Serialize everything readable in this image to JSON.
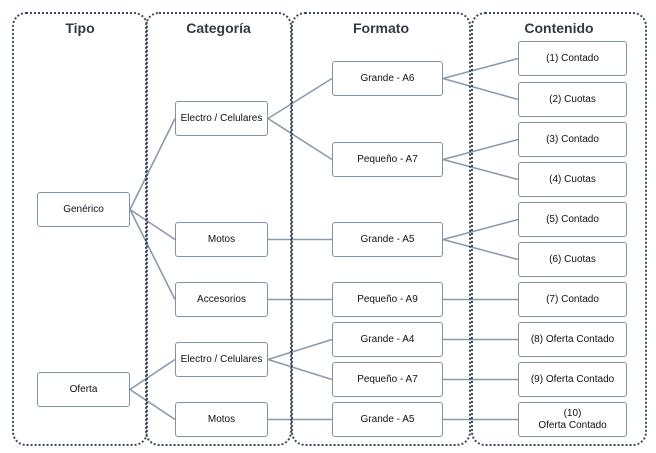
{
  "colors": {
    "lane_border": "#3c4a5c",
    "node_border": "#8193a6",
    "connector": "#8a9aab",
    "text": "#111111"
  },
  "lanes": [
    {
      "title": "Tipo"
    },
    {
      "title": "Categoría"
    },
    {
      "title": "Formato"
    },
    {
      "title": "Contenido"
    }
  ],
  "nodes": {
    "tipo": [
      {
        "id": "t1",
        "label": "Genérico"
      },
      {
        "id": "t2",
        "label": "Oferta"
      }
    ],
    "categoria": [
      {
        "id": "c1",
        "label": "Electro / Celulares"
      },
      {
        "id": "c2",
        "label": "Motos"
      },
      {
        "id": "c3",
        "label": "Accesorios"
      },
      {
        "id": "c4",
        "label": "Electro / Celulares"
      },
      {
        "id": "c5",
        "label": "Motos"
      }
    ],
    "formato": [
      {
        "id": "f1",
        "label": "Grande  -  A6"
      },
      {
        "id": "f2",
        "label": "Pequeño  -  A7"
      },
      {
        "id": "f3",
        "label": "Grande  -  A5"
      },
      {
        "id": "f4",
        "label": "Pequeño  -  A9"
      },
      {
        "id": "f5",
        "label": "Grande  -  A4"
      },
      {
        "id": "f6",
        "label": "Pequeño  -  A7"
      },
      {
        "id": "f7",
        "label": "Grande  -  A5"
      }
    ],
    "contenido": [
      {
        "id": "k1",
        "label": "(1)   Contado"
      },
      {
        "id": "k2",
        "label": "(2)   Cuotas"
      },
      {
        "id": "k3",
        "label": "(3)   Contado"
      },
      {
        "id": "k4",
        "label": "(4)   Cuotas"
      },
      {
        "id": "k5",
        "label": "(5)    Contado"
      },
      {
        "id": "k6",
        "label": "(6)    Cuotas"
      },
      {
        "id": "k7",
        "label": "(7)   Contado"
      },
      {
        "id": "k8",
        "label": "(8)   Oferta Contado"
      },
      {
        "id": "k9",
        "label": "(9)   Oferta Contado"
      },
      {
        "id": "k10",
        "label": "(10)\nOferta Contado"
      }
    ]
  },
  "edges": [
    [
      "t1",
      "c1"
    ],
    [
      "t1",
      "c2"
    ],
    [
      "t1",
      "c3"
    ],
    [
      "t2",
      "c4"
    ],
    [
      "t2",
      "c5"
    ],
    [
      "c1",
      "f1"
    ],
    [
      "c1",
      "f2"
    ],
    [
      "c2",
      "f3"
    ],
    [
      "c3",
      "f4"
    ],
    [
      "c4",
      "f5"
    ],
    [
      "c4",
      "f6"
    ],
    [
      "c5",
      "f7"
    ],
    [
      "f1",
      "k1"
    ],
    [
      "f1",
      "k2"
    ],
    [
      "f2",
      "k3"
    ],
    [
      "f2",
      "k4"
    ],
    [
      "f3",
      "k5"
    ],
    [
      "f3",
      "k6"
    ],
    [
      "f4",
      "k7"
    ],
    [
      "f5",
      "k8"
    ],
    [
      "f6",
      "k9"
    ],
    [
      "f7",
      "k10"
    ]
  ]
}
